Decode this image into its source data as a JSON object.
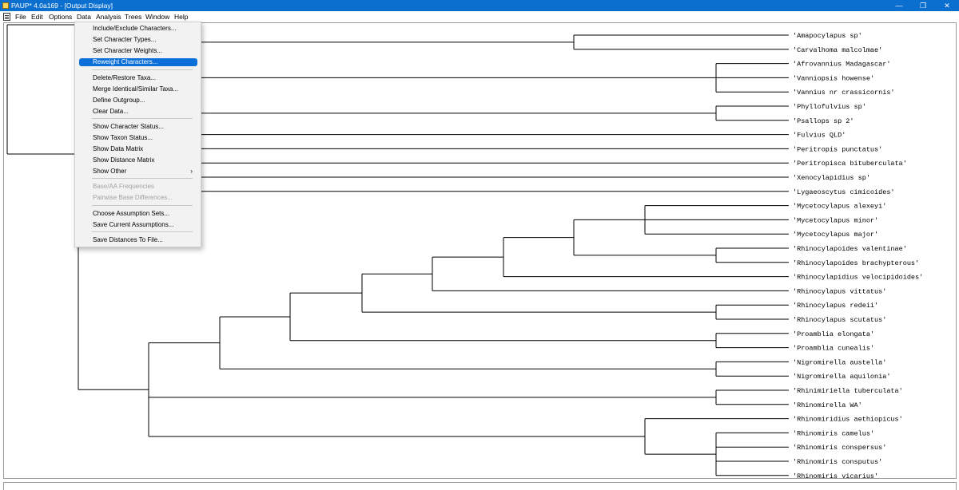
{
  "window": {
    "title": "PAUP* 4.0a169 - [Output Display]",
    "controls": {
      "minimize": "—",
      "restore": "❐",
      "close": "✕"
    }
  },
  "menubar": {
    "items": [
      "File",
      "Edit",
      "Options",
      "Data",
      "Analysis",
      "Trees",
      "Window",
      "Help"
    ]
  },
  "data_menu": {
    "groups": [
      [
        {
          "label": "Include/Exclude Characters...",
          "enabled": true
        },
        {
          "label": "Set Character Types...",
          "enabled": true
        },
        {
          "label": "Set Character Weights...",
          "enabled": true
        },
        {
          "label": "Reweight Characters...",
          "enabled": true,
          "highlighted": true
        }
      ],
      [
        {
          "label": "Delete/Restore Taxa...",
          "enabled": true
        },
        {
          "label": "Merge Identical/Similar Taxa...",
          "enabled": true
        },
        {
          "label": "Define Outgroup...",
          "enabled": true
        },
        {
          "label": "Clear Data...",
          "enabled": true
        }
      ],
      [
        {
          "label": "Show Character Status...",
          "enabled": true
        },
        {
          "label": "Show Taxon Status...",
          "enabled": true
        },
        {
          "label": "Show Data Matrix",
          "enabled": true
        },
        {
          "label": "Show Distance Matrix",
          "enabled": true
        },
        {
          "label": "Show Other",
          "enabled": true,
          "submenu": true,
          "submenu_glyph": "›"
        }
      ],
      [
        {
          "label": "Base/AA Frequencies",
          "enabled": false
        },
        {
          "label": "Pairwise Base Differences...",
          "enabled": false
        }
      ],
      [
        {
          "label": "Choose Assumption Sets...",
          "enabled": true
        },
        {
          "label": "Save Current Assumptions...",
          "enabled": true
        }
      ],
      [
        {
          "label": "Save Distances To File...",
          "enabled": true
        }
      ]
    ]
  },
  "tree": {
    "taxa": [
      "'Amapocylapus sp'",
      "'Carvalhoma malcolmae'",
      "'Afrovannius Madagascar'",
      "'Vanniopsis howense'",
      "'Vannius nr crassicornis'",
      "'Phyllofulvius sp'",
      "'Psallops sp 2'",
      "'Fulvius QLD'",
      "'Peritropis punctatus'",
      "'Peritropisca bituberculata'",
      "'Xenocylapidius sp'",
      "'Lygaeoscytus cimicoides'",
      "'Mycetocylapus alexeyi'",
      "'Mycetocylapus minor'",
      "'Mycetocylapus major'",
      "'Rhinocylapoides valentinae'",
      "'Rhinocylapoides brachypterous'",
      "'Rhinocylapidius velocipidoides'",
      "'Rhinocylapus vittatus'",
      "'Rhinocylapus redeii'",
      "'Rhinocylapus scutatus'",
      "'Proamblia elongata'",
      "'Proamblia cunealis'",
      "'Nigromirella austella'",
      "'Nigromirella aquilonia'",
      "'Rhinimiriella tuberculata'",
      "'Rhinomirella WA'",
      "'Rhinomiridius aethiopicus'",
      "'Rhinomiris camelus'",
      "'Rhinomiris conspersus'",
      "'Rhinomiris consputus'",
      "'Rhinomiris vicarius'"
    ],
    "line_color": "#000000"
  },
  "colors": {
    "titlebar": "#0a6fcf",
    "menu_highlight": "#0a6fd8",
    "menu_background": "#f2f2f2",
    "disabled_text": "#a3a3a3"
  }
}
